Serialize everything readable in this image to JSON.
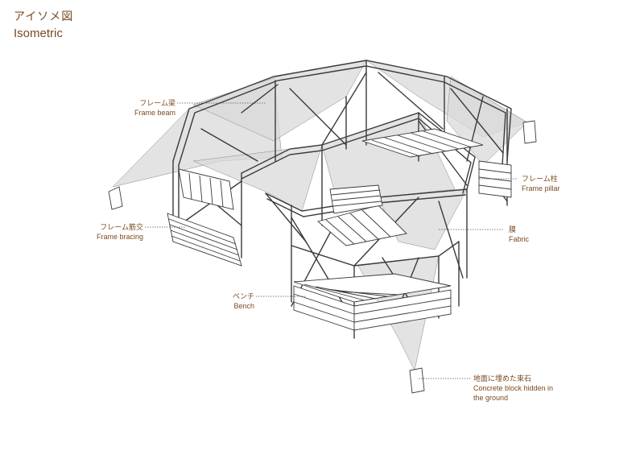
{
  "title": {
    "jp": "アイソメ図",
    "en": "Isometric"
  },
  "colors": {
    "label": "#7a4a21",
    "line": "#3a3a3a",
    "fabric": "#d6d6d6",
    "leader": "#555555"
  },
  "labels": {
    "frame_beam": {
      "jp": "フレーム梁",
      "en": "Frame beam"
    },
    "frame_pillar": {
      "jp": "フレーム柱",
      "en": "Frame pillar"
    },
    "frame_bracing": {
      "jp": "フレーム筋交",
      "en": "Frame bracing"
    },
    "fabric": {
      "jp": "膜",
      "en": "Fabric"
    },
    "bench": {
      "jp": "ベンチ",
      "en": "Bench"
    },
    "concrete_block": {
      "jp": "地面に埋めた束石",
      "en_line1": "Concrete block hidden in",
      "en_line2": "the ground"
    }
  }
}
